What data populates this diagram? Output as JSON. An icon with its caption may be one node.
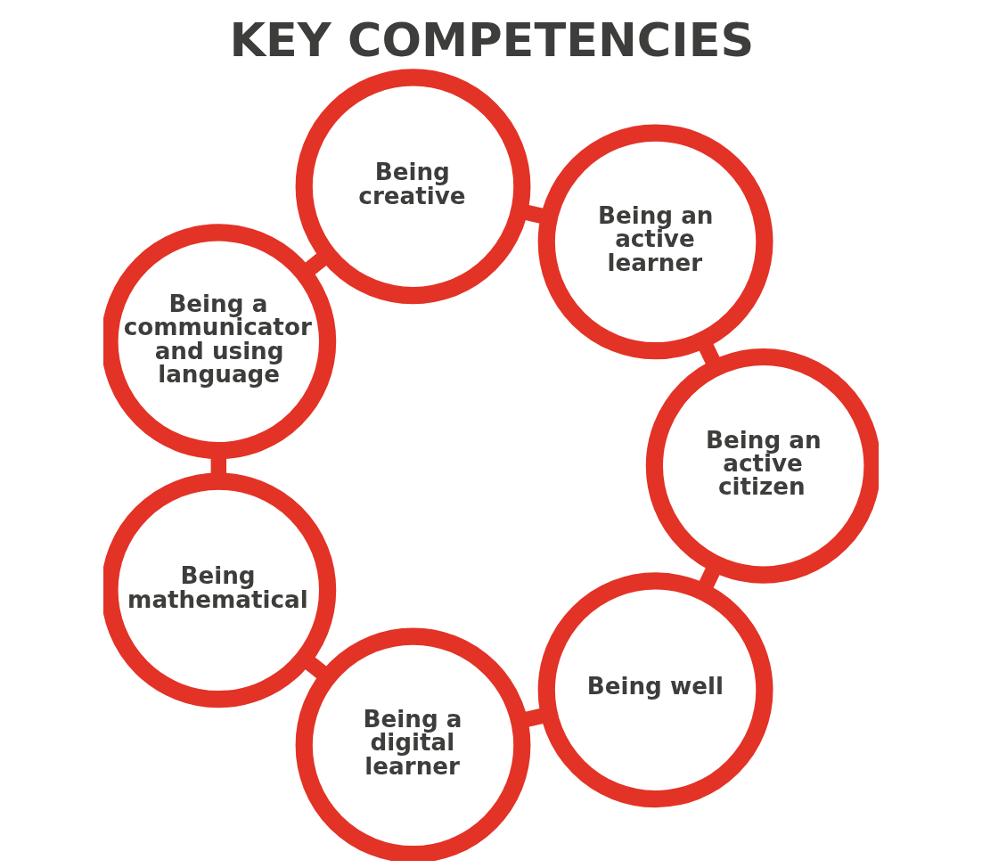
{
  "diagram": {
    "title": "KEY COMPETENCIES",
    "nodes": [
      {
        "text": [
          "Being well"
        ]
      },
      {
        "text": [
          "Being an active citizen"
        ]
      },
      {
        "text": [
          "Being a digital learner"
        ]
      },
      {
        "text": [
          "Being an active learner"
        ]
      },
      {
        "text": [
          "Being mathematical"
        ]
      },
      {
        "text": [
          "Being creative"
        ]
      },
      {
        "text": [
          "Being a communicator and using language"
        ]
      }
    ],
    "edges": [
      {
        "from": 0,
        "to": 2,
        "arrow": "none"
      },
      {
        "from": 2,
        "to": 4,
        "arrow": "none"
      },
      {
        "from": 4,
        "to": 6,
        "arrow": "none"
      },
      {
        "from": 6,
        "to": 5,
        "arrow": "none"
      },
      {
        "from": 5,
        "to": 3,
        "arrow": "none"
      },
      {
        "from": 3,
        "to": 1,
        "arrow": "none"
      },
      {
        "from": 1,
        "to": 0,
        "arrow": "none"
      }
    ]
  }
}
